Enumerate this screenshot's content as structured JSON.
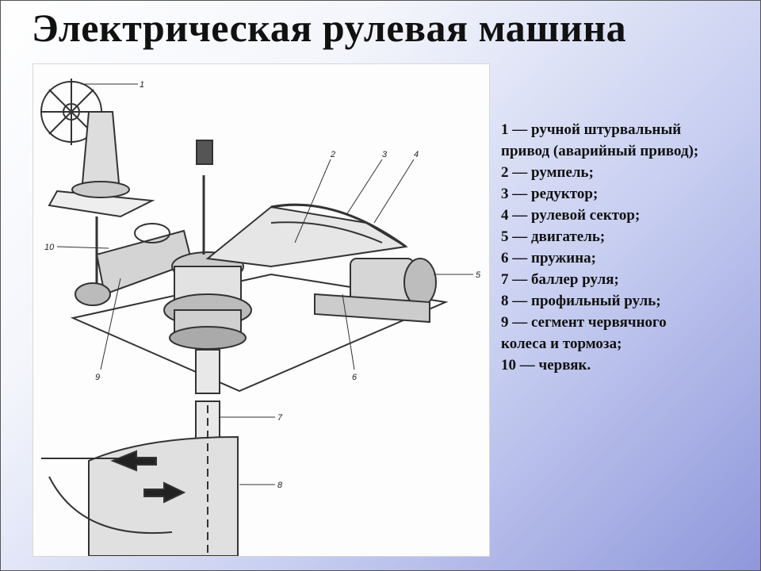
{
  "title": "Электрическая рулевая машина",
  "legend": [
    "1 — ручной штурвальный",
    "привод (аварийный привод);",
    "2 — румпель;",
    "3 — редуктор;",
    "4 — рулевой сектор;",
    "5 — двигатель;",
    "6 — пружина;",
    "7 — баллер руля;",
    "8 — профильный руль;",
    "9 — сегмент червячного",
    "колеса и тормоза;",
    "10 — червяк."
  ],
  "callouts": [
    "1",
    "2",
    "3",
    "4",
    "5",
    "6",
    "7",
    "8",
    "9",
    "10"
  ]
}
